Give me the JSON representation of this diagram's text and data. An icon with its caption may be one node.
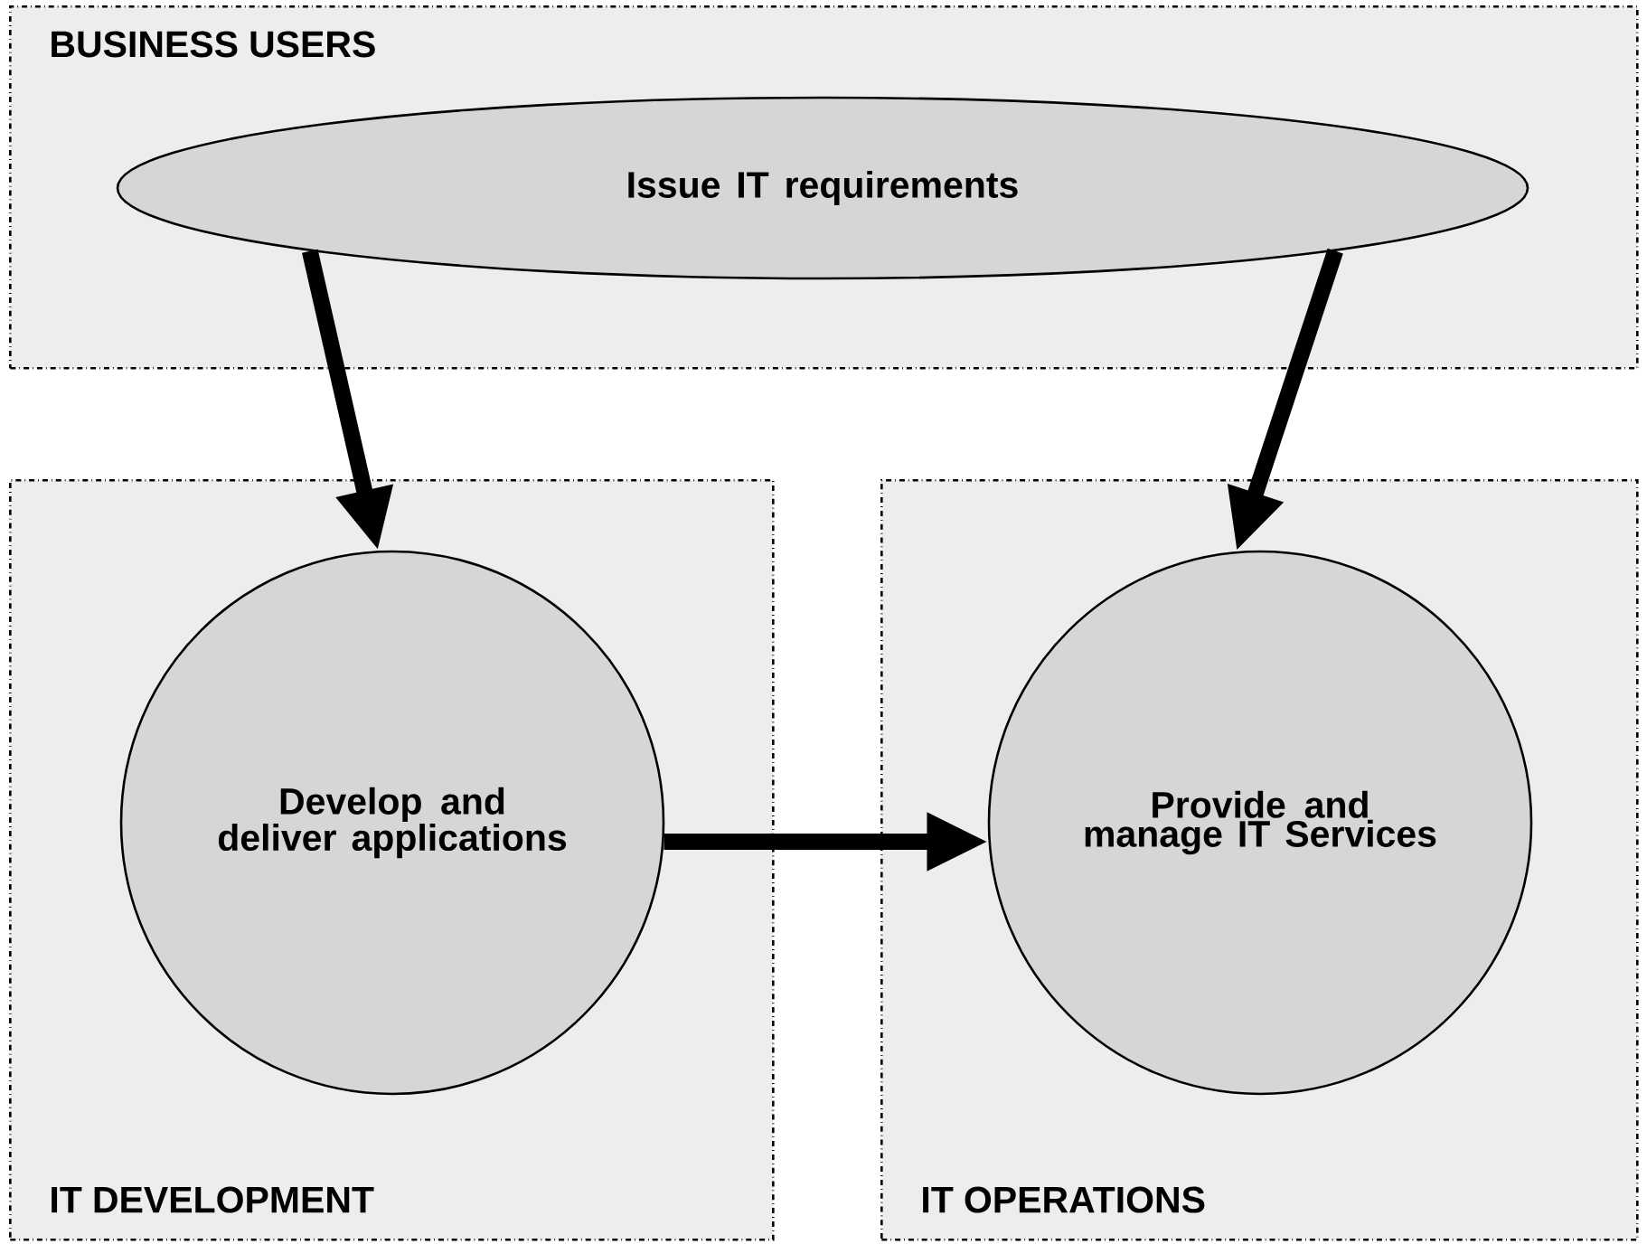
{
  "diagram": {
    "nodes": [
      {
        "text": [
          "BUSINESS USERS"
        ]
      },
      {
        "text": [
          "Issue IT requirements"
        ],
        "in": 0
      },
      {
        "text": [
          "IT DEVELOPMENT"
        ]
      },
      {
        "text": [
          "Develop and deliver applications"
        ],
        "in": 2
      },
      {
        "text": [
          "IT OPERATIONS"
        ]
      },
      {
        "text": [
          "Provide and manage IT Services"
        ],
        "in": 4
      }
    ],
    "edges": [
      {
        "from": 1,
        "to": 3,
        "arrow": "to"
      },
      {
        "from": 1,
        "to": 5,
        "arrow": "to"
      },
      {
        "from": 3,
        "to": 5,
        "arrow": "to"
      }
    ]
  }
}
